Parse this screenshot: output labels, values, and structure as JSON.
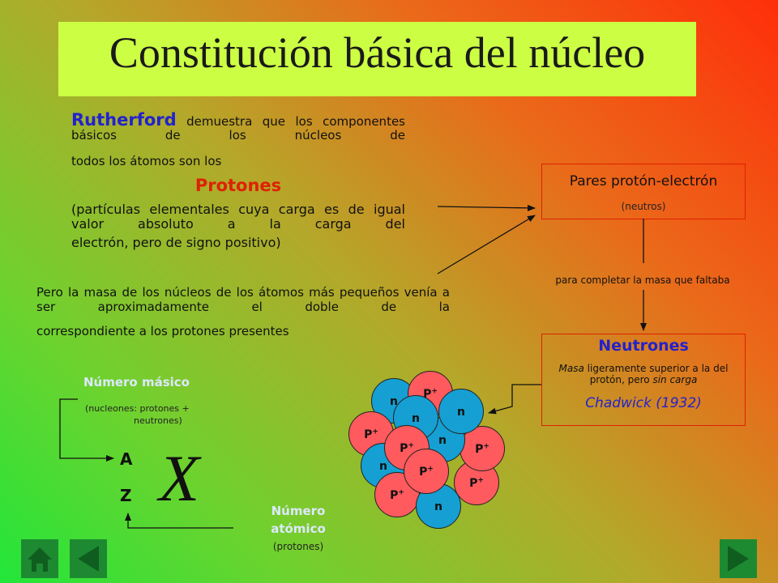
{
  "title": "Constitución básica del núcleo",
  "intro": {
    "name": "Rutherford",
    "text_justified": "demuestra que los componentes básicos de los núcleos de",
    "text_last": "todos los átomos son los"
  },
  "protones_label": "Protones",
  "protones_desc": {
    "justified": "(partículas elementales cuya carga es de igual valor absoluto a la carga del",
    "last": "electrón, pero de signo positivo)"
  },
  "masa_text": {
    "justified": "Pero la masa de los núcleos de los átomos más pequeños venía a ser aproximadamente el doble de la",
    "last": "correspondiente a los protones presentes"
  },
  "pares": {
    "title": "Pares protón-electrón",
    "subtitle": "(neutros)"
  },
  "completar": "para completar la masa que faltaba",
  "neutrones": {
    "title": "Neutrones",
    "desc_italic1": "Masa",
    "desc_mid": " ligeramente superior a la del protón, pero ",
    "desc_italic2": "sin carga",
    "discoverer": "Chadwick (1932)"
  },
  "notation": {
    "masico_label": "Número másico",
    "masico_sub1": "(nucleones: protones +",
    "masico_sub2": "neutrones)",
    "A": "A",
    "Z": "Z",
    "X": "X",
    "atomico_line1": "Número",
    "atomico_line2": "atómico",
    "atomico_sub": "(protones)"
  },
  "nucleus": {
    "proton_label": "P",
    "proton_sup": "+",
    "neutron_label": "n",
    "proton_color": "#ff5a5e",
    "neutron_color": "#169fd2"
  },
  "colors": {
    "title_bg": "#ccff44",
    "accent_blue": "#2222cc",
    "accent_red": "#dd2200",
    "nav_button": "#1d8a32"
  }
}
